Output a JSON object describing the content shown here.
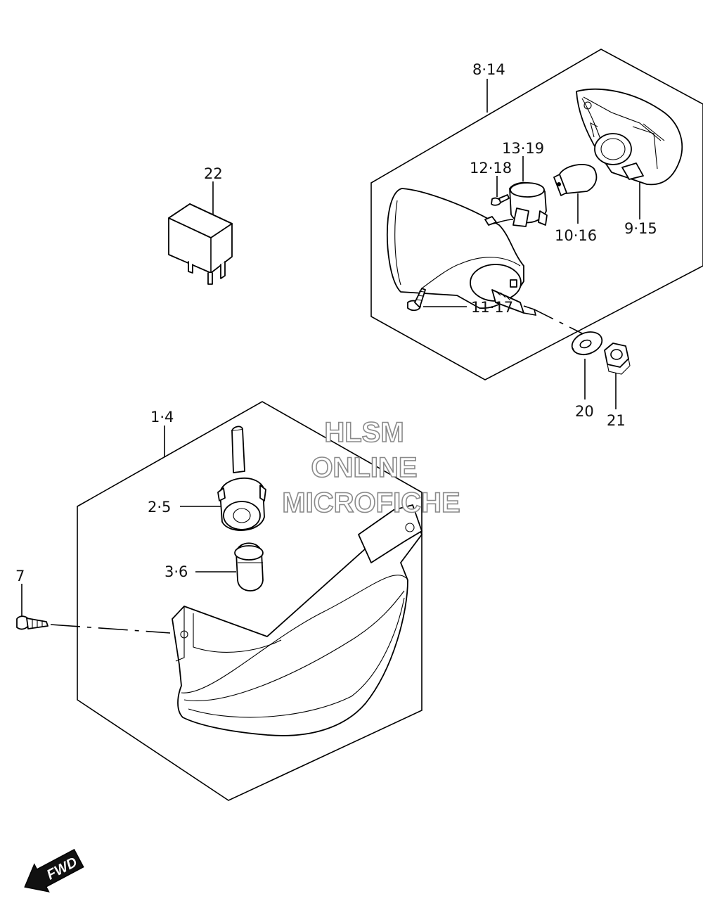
{
  "watermark": {
    "line1": "HLSM",
    "line2": "ONLINE",
    "line3": "MICROFICHE"
  },
  "labels": {
    "l_8_14": "8·14",
    "l_13_19": "13·19",
    "l_12_18": "12·18",
    "l_10_16": "10·16",
    "l_9_15": "9·15",
    "l_11_17": "11·17",
    "l_20": "20",
    "l_21": "21",
    "l_22": "22",
    "l_1_4": "1·4",
    "l_2_5": "2·5",
    "l_3_6": "3·6",
    "l_7": "7"
  },
  "fwd_badge": "FWD"
}
